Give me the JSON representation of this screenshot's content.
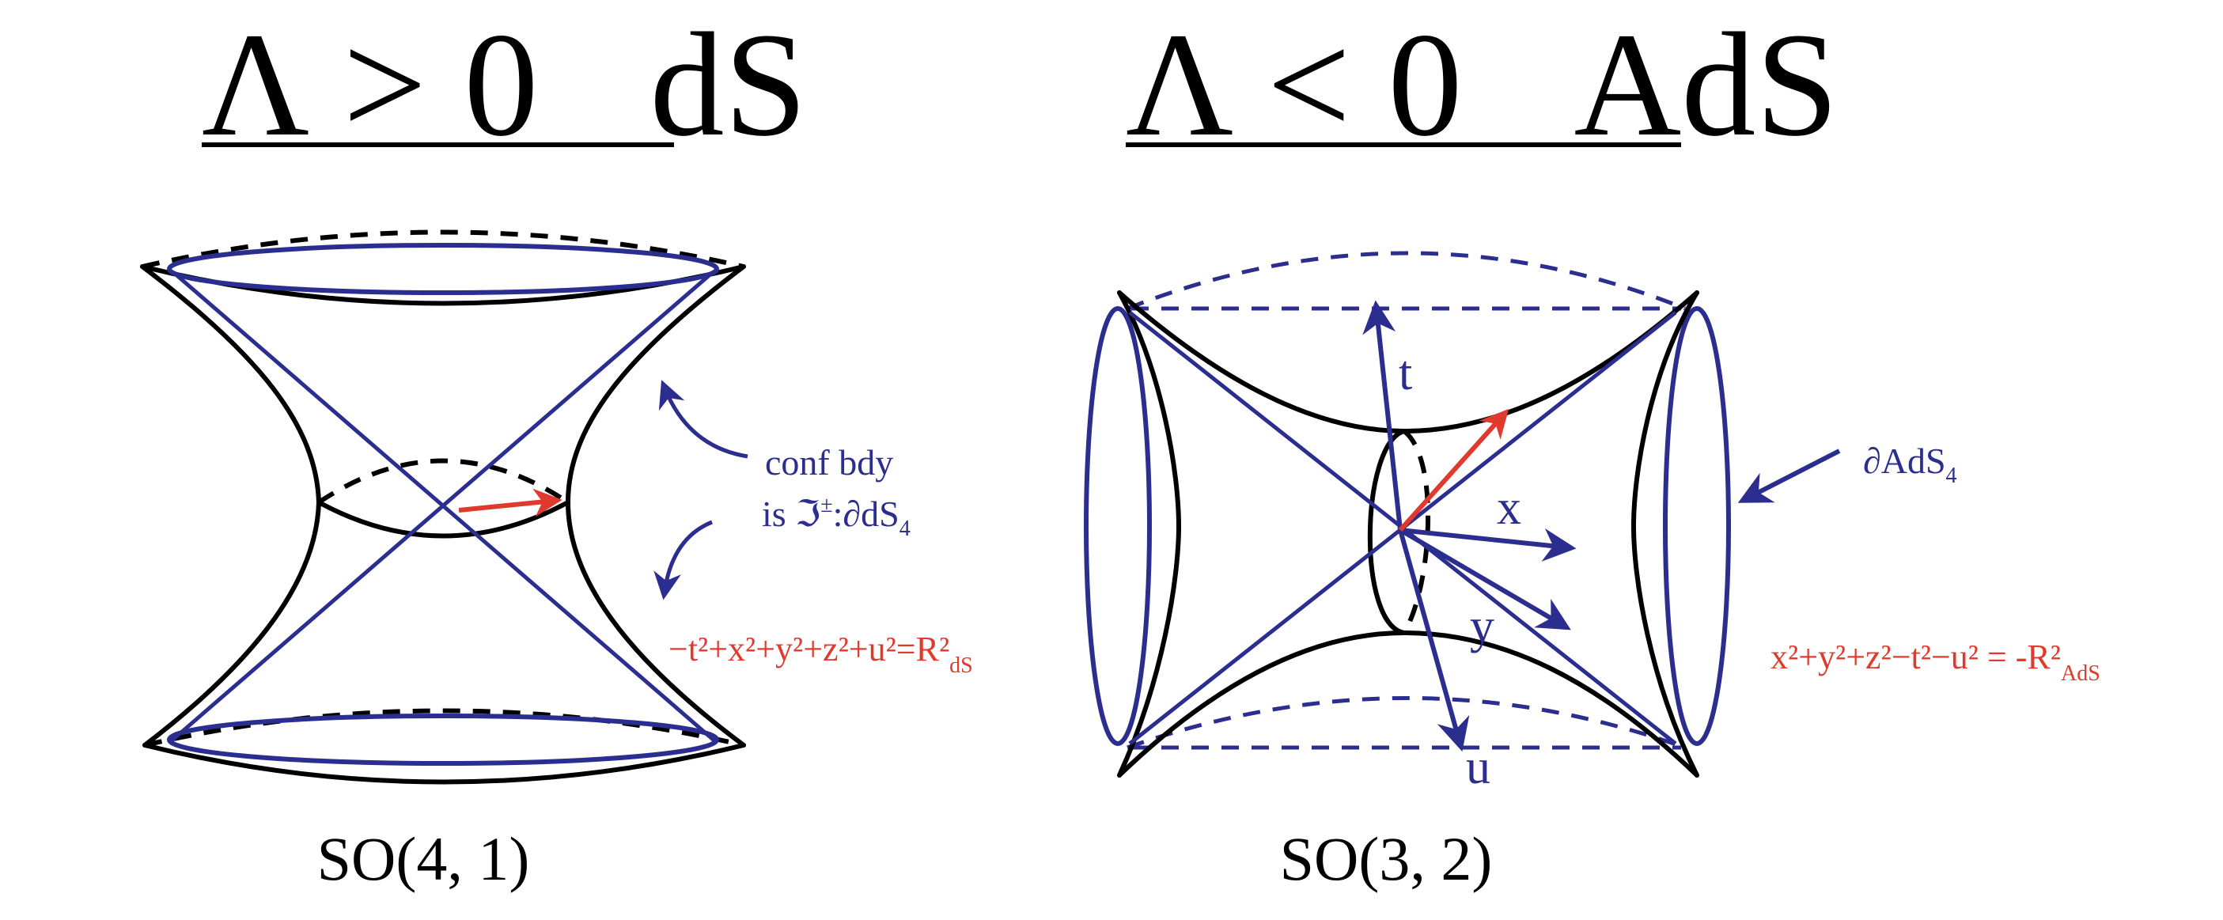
{
  "colors": {
    "blue": "#2b2d8f",
    "red": "#e03a2f",
    "black": "#000000"
  },
  "ds": {
    "title": "Λ > 0   dS",
    "group": "SO(4, 1)",
    "annotation_line1": "conf bdy",
    "annotation_line2_prefix": "is ℑ",
    "annotation_line2_sup": "±",
    "annotation_line2_suffix": ":∂dS",
    "annotation_line2_sub": "4",
    "equation_main": "−t²+x²+y²+z²+u²=R²",
    "equation_sub": "dS"
  },
  "ads": {
    "title": "Λ < 0   AdS",
    "group": "SO(3, 2)",
    "boundary_label": "∂AdS",
    "boundary_sub": "4",
    "axis_t": "t",
    "axis_x": "x",
    "axis_y": "y",
    "axis_u": "u",
    "equation_main": "x²+y²+z²−t²−u² = -R²",
    "equation_sub": "AdS"
  }
}
